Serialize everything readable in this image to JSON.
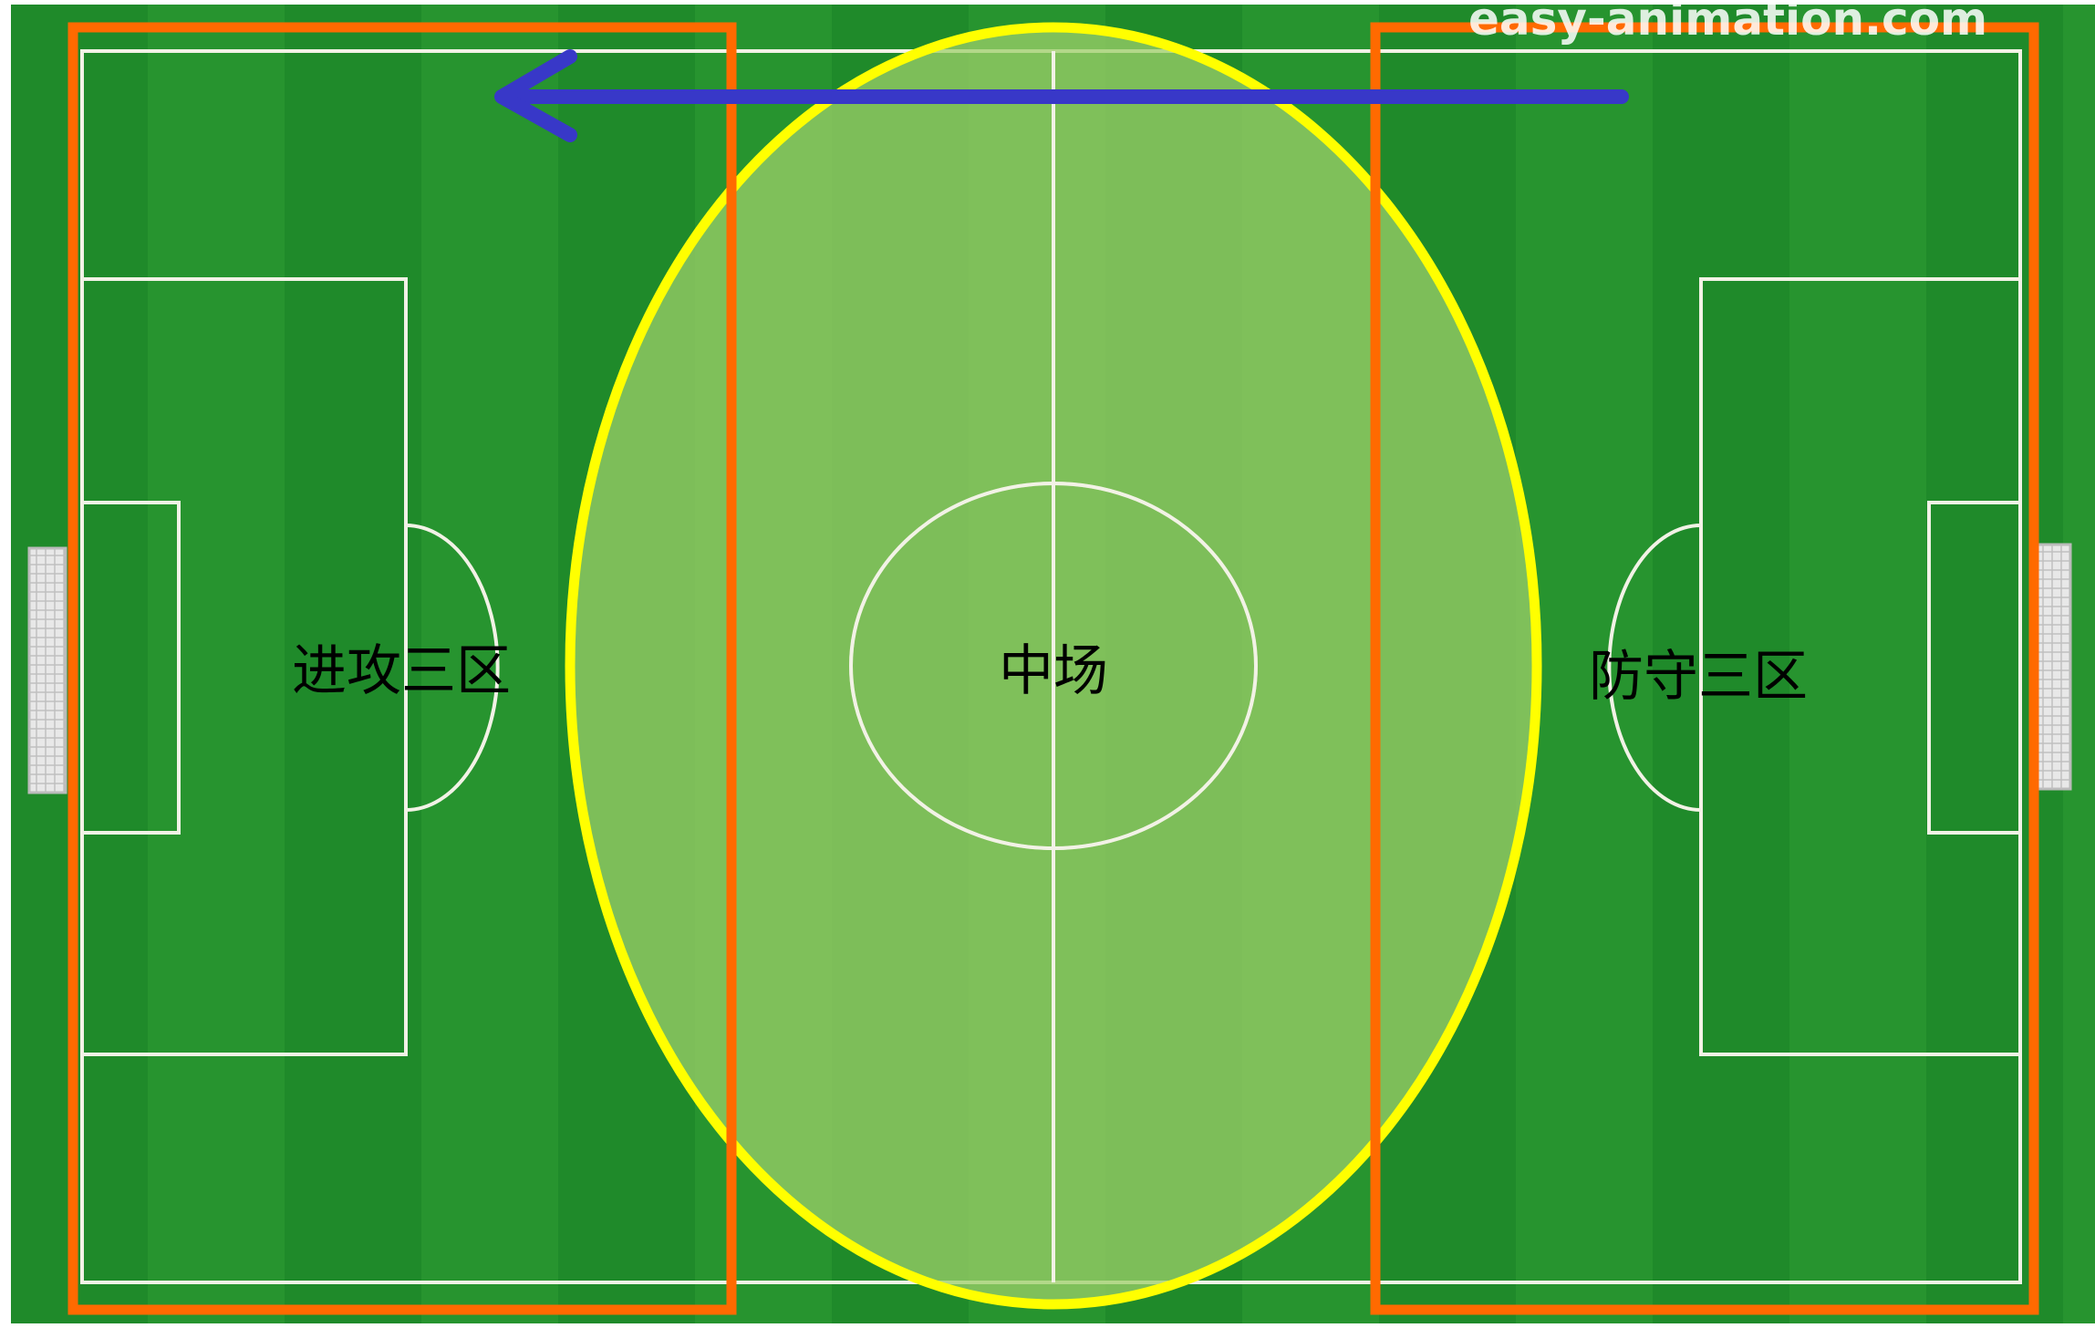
{
  "diagram": {
    "watermark": "easy-animation.com",
    "zones": [
      {
        "id": "attacking-third",
        "label": "进攻三区"
      },
      {
        "id": "midfield",
        "label": "中场"
      },
      {
        "id": "defensive-third",
        "label": "防守三区"
      }
    ],
    "arrow_direction": "right-to-left",
    "colors": {
      "pitch_dark": "#1f8a2a",
      "pitch_light": "#27942f",
      "lines": "#f2f2e6",
      "midfield_fill": "#9dcf6a",
      "midfield_outline": "#ffff00",
      "third_outline": "#ff6a00",
      "arrow": "#3838c8",
      "label_text": "#000000"
    }
  }
}
